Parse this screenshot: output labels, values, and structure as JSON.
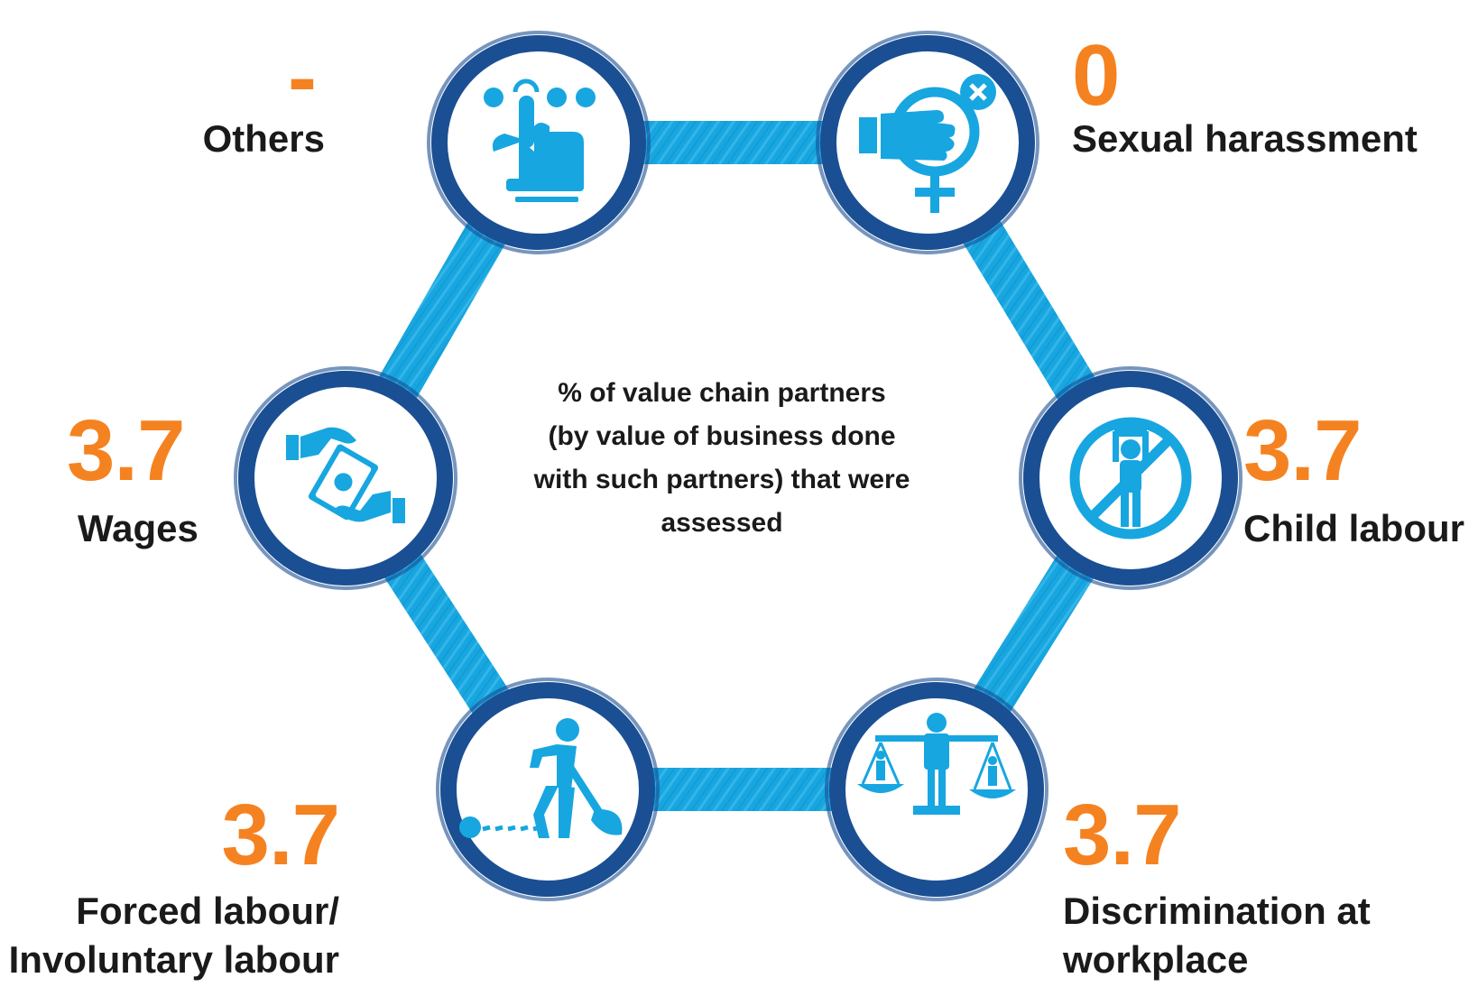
{
  "center_caption": [
    "% of value chain partners",
    "(by value of business done",
    "with such partners) that were",
    "assessed"
  ],
  "nodes": {
    "others": {
      "value": "-",
      "label": [
        "Others"
      ],
      "icon": "touch-hand-icon"
    },
    "sexual_harassment": {
      "value": "0",
      "label": [
        "Sexual harassment"
      ],
      "icon": "no-harassment-hand-female-icon"
    },
    "child_labour": {
      "value": "3.7",
      "label": [
        "Child labour"
      ],
      "icon": "no-child-labour-icon"
    },
    "discrimination": {
      "value": "3.7",
      "label": [
        "Discrimination at",
        "workplace"
      ],
      "icon": "equality-scales-icon"
    },
    "forced_labour": {
      "value": "3.7",
      "label": [
        "Forced labour/",
        "Involuntary labour"
      ],
      "icon": "chained-worker-shovel-icon"
    },
    "wages": {
      "value": "3.7",
      "label": [
        "Wages"
      ],
      "icon": "money-exchange-hands-icon"
    }
  },
  "colors": {
    "value": "#f58220",
    "ring": "#1b4f93",
    "link": "#17a6e0",
    "icon": "#17a6e0",
    "text": "#1a1a1a"
  }
}
